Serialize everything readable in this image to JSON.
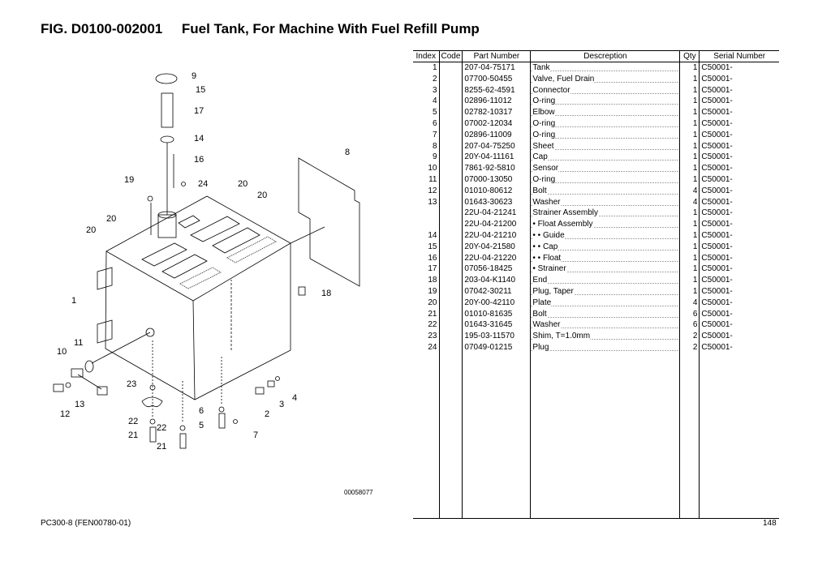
{
  "header": {
    "title": "FIG. D0100-002001     Fuel Tank, For Machine With Fuel Refill Pump"
  },
  "diagram": {
    "figure_number": "00058077",
    "callouts": [
      "9",
      "15",
      "17",
      "14",
      "16",
      "19",
      "24",
      "20",
      "20",
      "20",
      "20",
      "8",
      "18",
      "1",
      "11",
      "10",
      "12",
      "13",
      "23",
      "22",
      "22",
      "21",
      "21",
      "6",
      "5",
      "7",
      "2",
      "3",
      "4"
    ]
  },
  "table": {
    "columns": [
      "Index",
      "Code",
      "Part Number",
      "Descreption",
      "Qty",
      "Serial Number"
    ],
    "rows": [
      {
        "index": "1",
        "code": "",
        "part": "207-04-75171",
        "desc": "Tank",
        "qty": "1",
        "serial": "C50001-"
      },
      {
        "index": "2",
        "code": "",
        "part": "07700-50455",
        "desc": "Valve, Fuel Drain",
        "qty": "1",
        "serial": "C50001-"
      },
      {
        "index": "3",
        "code": "",
        "part": "8255-62-4591",
        "desc": "Connector",
        "qty": "1",
        "serial": "C50001-"
      },
      {
        "index": "4",
        "code": "",
        "part": "02896-11012",
        "desc": "O-ring",
        "qty": "1",
        "serial": "C50001-"
      },
      {
        "index": "5",
        "code": "",
        "part": "02782-10317",
        "desc": "Elbow",
        "qty": "1",
        "serial": "C50001-"
      },
      {
        "index": "6",
        "code": "",
        "part": "07002-12034",
        "desc": "O-ring",
        "qty": "1",
        "serial": "C50001-"
      },
      {
        "index": "7",
        "code": "",
        "part": "02896-11009",
        "desc": "O-ring",
        "qty": "1",
        "serial": "C50001-"
      },
      {
        "index": "8",
        "code": "",
        "part": "207-04-75250",
        "desc": "Sheet",
        "qty": "1",
        "serial": "C50001-"
      },
      {
        "index": "9",
        "code": "",
        "part": "20Y-04-11161",
        "desc": "Cap",
        "qty": "1",
        "serial": "C50001-"
      },
      {
        "index": "10",
        "code": "",
        "part": "7861-92-5810",
        "desc": "Sensor",
        "qty": "1",
        "serial": "C50001-"
      },
      {
        "index": "11",
        "code": "",
        "part": "07000-13050",
        "desc": "O-ring",
        "qty": "1",
        "serial": "C50001-"
      },
      {
        "index": "12",
        "code": "",
        "part": "01010-80612",
        "desc": "Bolt",
        "qty": "4",
        "serial": "C50001-"
      },
      {
        "index": "13",
        "code": "",
        "part": "01643-30623",
        "desc": "Washer",
        "qty": "4",
        "serial": "C50001-"
      },
      {
        "index": "",
        "code": "",
        "part": "22U-04-21241",
        "desc": "Strainer Assembly",
        "qty": "1",
        "serial": "C50001-"
      },
      {
        "index": "",
        "code": "",
        "part": "22U-04-21200",
        "desc": "• Float Assembly",
        "qty": "1",
        "serial": "C50001-"
      },
      {
        "index": "14",
        "code": "",
        "part": "22U-04-21210",
        "desc": "• • Guide",
        "qty": "1",
        "serial": "C50001-"
      },
      {
        "index": "15",
        "code": "",
        "part": "20Y-04-21580",
        "desc": "• • Cap",
        "qty": "1",
        "serial": "C50001-"
      },
      {
        "index": "16",
        "code": "",
        "part": "22U-04-21220",
        "desc": "• • Float",
        "qty": "1",
        "serial": "C50001-"
      },
      {
        "index": "17",
        "code": "",
        "part": "07056-18425",
        "desc": "• Strainer",
        "qty": "1",
        "serial": "C50001-"
      },
      {
        "index": "18",
        "code": "",
        "part": "203-04-K1140",
        "desc": "End",
        "qty": "1",
        "serial": "C50001-"
      },
      {
        "index": "19",
        "code": "",
        "part": "07042-30211",
        "desc": "Plug, Taper",
        "qty": "1",
        "serial": "C50001-"
      },
      {
        "index": "20",
        "code": "",
        "part": "20Y-00-42110",
        "desc": "Plate",
        "qty": "4",
        "serial": "C50001-"
      },
      {
        "index": "21",
        "code": "",
        "part": "01010-81635",
        "desc": "Bolt",
        "qty": "6",
        "serial": "C50001-"
      },
      {
        "index": "22",
        "code": "",
        "part": "01643-31645",
        "desc": "Washer",
        "qty": "6",
        "serial": "C50001-"
      },
      {
        "index": "23",
        "code": "",
        "part": "195-03-11570",
        "desc": "Shim, T=1.0mm",
        "qty": "2",
        "serial": "C50001-"
      },
      {
        "index": "24",
        "code": "",
        "part": "07049-01215",
        "desc": "Plug",
        "qty": "2",
        "serial": "C50001-"
      }
    ]
  },
  "footer": {
    "model": "PC300-8 (FEN00780-01)",
    "page": "148"
  }
}
